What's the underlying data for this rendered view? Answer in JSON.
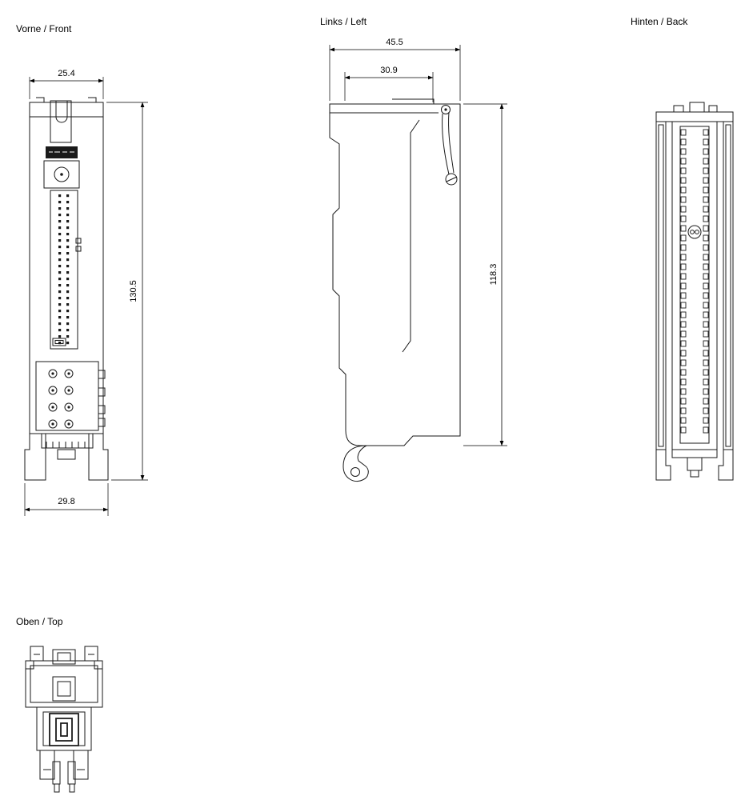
{
  "colors": {
    "line": "#1a1a1a",
    "paper": "#ffffff"
  },
  "views": {
    "front": {
      "label": "Vorne / Front",
      "width_mm": "25.4",
      "height_mm": "130.5",
      "foot_width_mm": "29.8"
    },
    "left": {
      "label": "Links / Left",
      "depth_mm": "45.5",
      "inner_depth_mm": "30.9",
      "height_mm": "118.3"
    },
    "back": {
      "label": "Hinten / Back"
    },
    "top": {
      "label": "Oben / Top"
    }
  }
}
